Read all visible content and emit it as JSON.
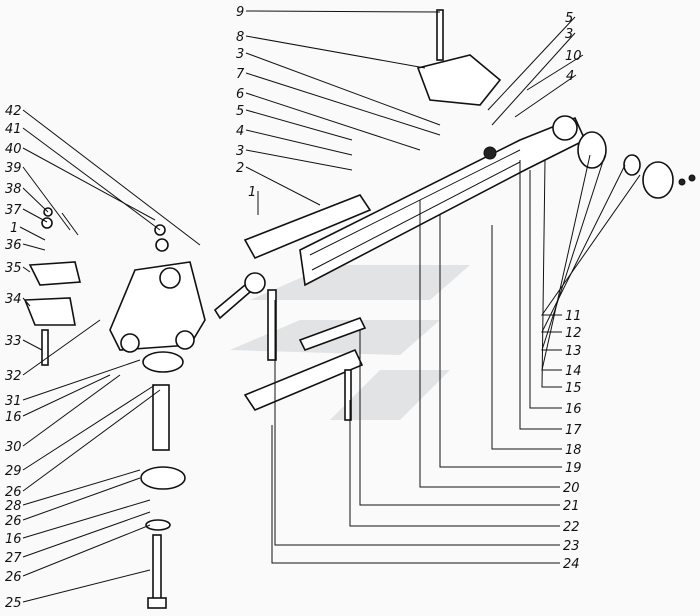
{
  "figure": {
    "title": "Exploded view of rear linkage (three-point hitch) assembly",
    "labels_top": [
      "9",
      "8",
      "3",
      "7",
      "6",
      "5",
      "4",
      "3",
      "2",
      "1"
    ],
    "labels_top_right": [
      "5",
      "3",
      "10",
      "4"
    ],
    "labels_left": [
      "42",
      "41",
      "40",
      "39",
      "38",
      "37",
      "1",
      "36",
      "35",
      "34",
      "33",
      "32",
      "31",
      "16",
      "30",
      "29",
      "26",
      "28",
      "26",
      "16",
      "27",
      "26",
      "25"
    ],
    "labels_right": [
      "11",
      "12",
      "13",
      "14",
      "15",
      "16",
      "17",
      "18",
      "19",
      "20",
      "21",
      "22",
      "23",
      "24"
    ]
  }
}
